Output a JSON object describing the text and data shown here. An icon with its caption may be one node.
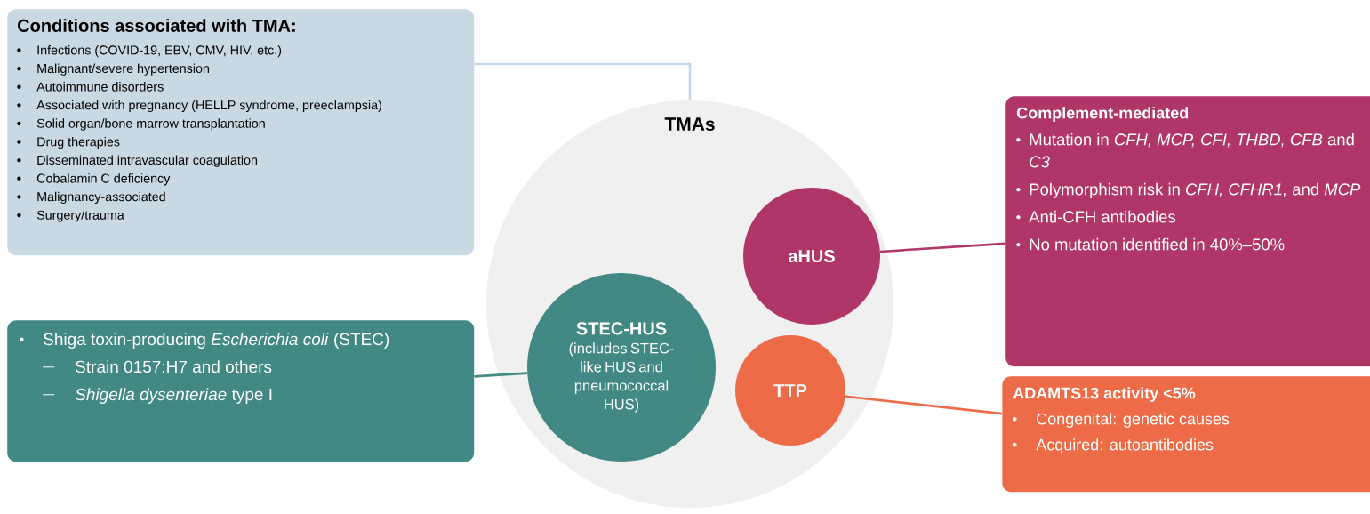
{
  "diagram": {
    "nodes": [
      {
        "text": [
          "Conditions associated with TMA:",
          "Infections (COVID-19, EBV, CMV, HIV, etc.)",
          "Malignant/severe hypertension",
          "Autoimmune disorders",
          "Associated with pregnancy (HELLP syndrome, preeclampsia)",
          "Solid organ/bone marrow transplantation",
          "Drug therapies",
          "Disseminated intravascular coagulation",
          "Cobalamin C deficiency",
          "Malignancy-associated",
          "Surgery/trauma"
        ]
      },
      {
        "text": [
          "TMAs"
        ]
      },
      {
        "text": [
          "aHUS"
        ],
        "in": 1
      },
      {
        "text": [
          "STEC-HUS",
          "(includes STEC-like HUS and pneumococcal HUS)"
        ],
        "in": 1
      },
      {
        "text": [
          "TTP"
        ],
        "in": 1
      },
      {
        "text": [
          "Complement-mediated",
          "Mutation in *CFH, MCP, CFI, THBD, CFB* and *C3*",
          "Polymorphism risk in *CFH, CFHR1,* and *MCP*",
          "Anti-CFH antibodies",
          "No mutation identified in 40%–50%"
        ]
      },
      {
        "text": [
          "ADAMTS13 activity <5%",
          "Congenital: genetic causes",
          "Acquired: autoantibodies"
        ]
      },
      {
        "text": [
          "Shiga toxin-producing *Escherichia coli* (STEC)",
          "Strain 0157:H7 and others",
          "*Shigella dysenteriae* type I"
        ]
      }
    ],
    "edges": [
      {
        "from": 0,
        "to": 1,
        "arrow": "none",
        "color": "#c4d7e6"
      },
      {
        "from": 2,
        "to": 5,
        "arrow": "none",
        "color": "#b03668"
      },
      {
        "from": 4,
        "to": 6,
        "arrow": "none",
        "color": "#ee6b47"
      },
      {
        "from": 3,
        "to": 7,
        "arrow": "none",
        "color": "#428885"
      }
    ]
  }
}
